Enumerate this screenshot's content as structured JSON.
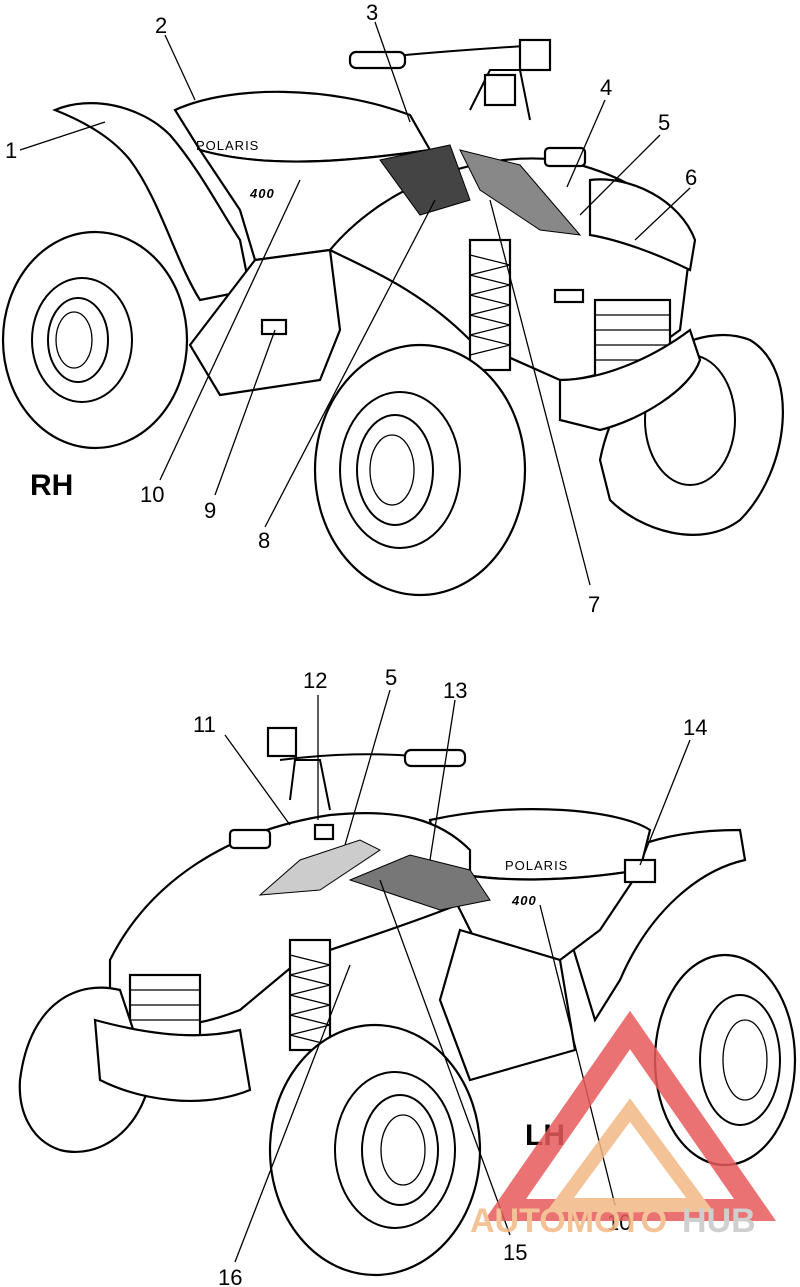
{
  "views": {
    "top": {
      "side_label": "RH",
      "brand": "POLARIS",
      "model": "400",
      "callouts": [
        "1",
        "2",
        "3",
        "4",
        "5",
        "6",
        "7",
        "8",
        "9",
        "10"
      ]
    },
    "bottom": {
      "side_label": "LH",
      "brand": "POLARIS",
      "model": "400",
      "callouts": [
        "5",
        "10",
        "11",
        "12",
        "13",
        "14",
        "15",
        "16"
      ]
    }
  },
  "watermark": {
    "part1": "AUTOMOTO",
    "part2": "HUB",
    "colors": {
      "orange": "#f2b985",
      "red": "#e85a5a",
      "gray": "#c7c7c7"
    }
  }
}
